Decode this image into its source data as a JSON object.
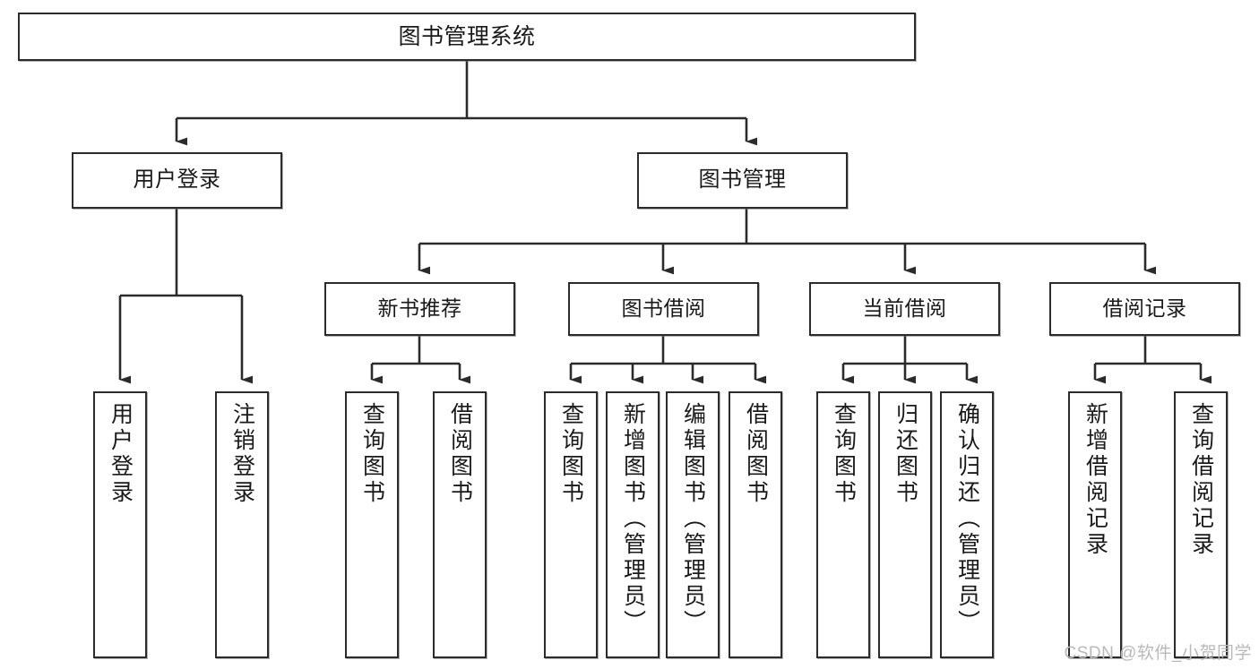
{
  "diagram": {
    "type": "tree",
    "title": "图书管理系统",
    "root": {
      "label": "图书管理系统"
    },
    "level2": [
      {
        "label": "用户登录"
      },
      {
        "label": "图书管理"
      }
    ],
    "level3": [
      {
        "label": "新书推荐"
      },
      {
        "label": "图书借阅"
      },
      {
        "label": "当前借阅"
      },
      {
        "label": "借阅记录"
      }
    ],
    "leaves": {
      "user_login": [
        {
          "label": "用户登录"
        },
        {
          "label": "注销登录"
        }
      ],
      "new_book": [
        {
          "label": "查询图书"
        },
        {
          "label": "借阅图书"
        }
      ],
      "borrow": [
        {
          "label": "查询图书"
        },
        {
          "label": "新增图书（管理员）"
        },
        {
          "label": "编辑图书（管理员）"
        },
        {
          "label": "借阅图书"
        }
      ],
      "current": [
        {
          "label": "查询图书"
        },
        {
          "label": "归还图书"
        },
        {
          "label": "确认归还（管理员）"
        }
      ],
      "records": [
        {
          "label": "新增借阅记录"
        },
        {
          "label": "查询借阅记录"
        }
      ]
    },
    "colors": {
      "box_border": "#2b2b2b",
      "box_fill": "#ffffff",
      "line": "#2b2b2b",
      "text": "#1a1a1a",
      "watermark": "#b9b9b9"
    }
  },
  "watermark": {
    "text": "CSDN @软件_小贺同学"
  }
}
